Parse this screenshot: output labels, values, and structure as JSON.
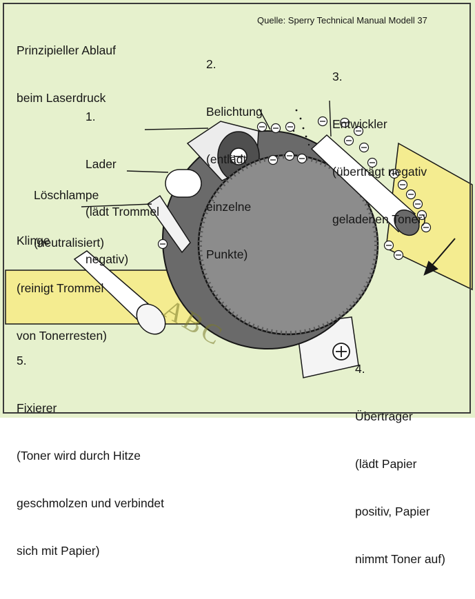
{
  "title": [
    "Prinzipieller Ablauf",
    "beim Laserdruck"
  ],
  "source": "Quelle: Sperry Technical Manual Modell 37",
  "paper_text": "ABC",
  "steps": [
    {
      "lines": [
        "1.",
        "Lader",
        "(lädt Trommel",
        "negativ)"
      ]
    },
    {
      "lines": [
        "2.",
        "Belichtung",
        "(entlädt",
        "einzelne",
        "Punkte)"
      ]
    },
    {
      "lines": [
        "3.",
        "Entwickler",
        "(überträgt negativ",
        "geladenen Toner)"
      ]
    },
    {
      "lines": [
        "4.",
        "Übertrager",
        "(lädt Papier",
        "positiv, Papier",
        "nimmt Toner auf)"
      ]
    },
    {
      "lines": [
        "5.",
        "Fixierer",
        "(Toner wird durch Hitze",
        "geschmolzen und verbindet",
        "sich mit Papier)"
      ]
    }
  ],
  "loeschlampe": [
    "Löschlampe",
    "(neutralisiert)"
  ],
  "klinge": [
    "Klinge",
    "(reinigt Trommel",
    "von Tonerresten)"
  ],
  "colors": {
    "background": "#e6f1cd",
    "paper": "#f4ec90",
    "drum": "#7f7f7f",
    "line": "#161616"
  }
}
